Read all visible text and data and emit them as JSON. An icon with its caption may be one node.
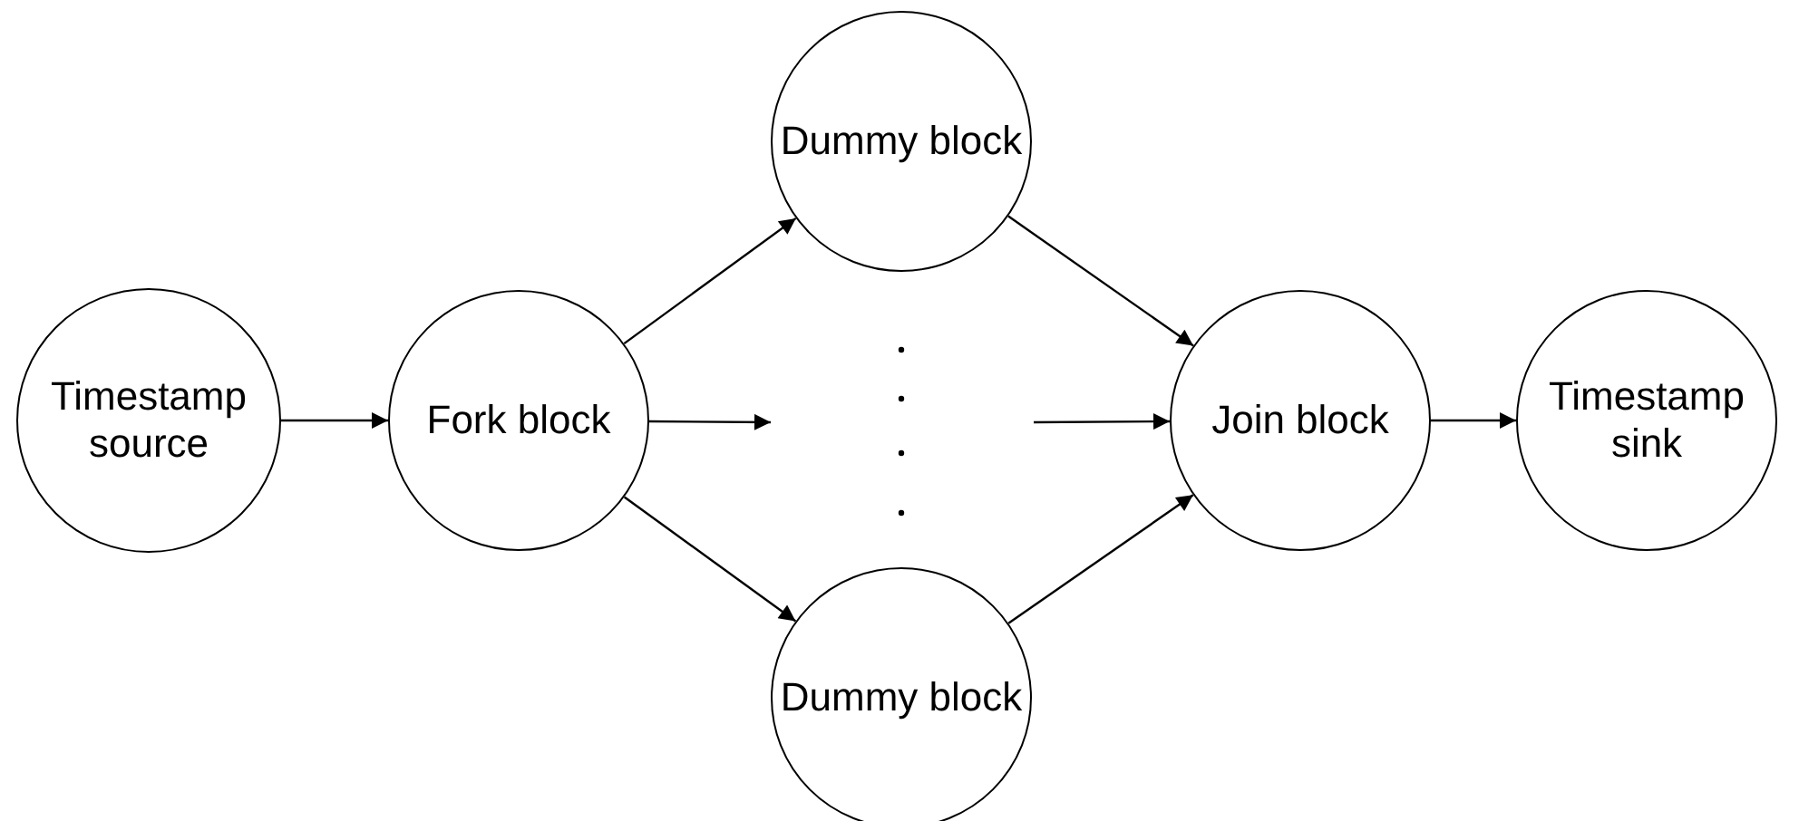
{
  "diagram": {
    "nodes": [
      {
        "text": [
          "Timestamp source"
        ]
      },
      {
        "text": [
          "Fork block"
        ]
      },
      {
        "text": [
          "Dummy block"
        ]
      },
      {
        "text": [
          "Dummy block"
        ]
      },
      {
        "text": [
          "Join block"
        ]
      },
      {
        "text": [
          "Timestamp sink"
        ]
      }
    ],
    "edges": [
      {
        "from": 0,
        "to": 1,
        "arrow": "to"
      },
      {
        "from": 1,
        "to": 2,
        "arrow": "to"
      },
      {
        "from": 1,
        "to": null,
        "arrow": "to"
      },
      {
        "from": 1,
        "to": 3,
        "arrow": "to"
      },
      {
        "from": 2,
        "to": 4,
        "arrow": "to"
      },
      {
        "from": null,
        "to": 4,
        "arrow": "to"
      },
      {
        "from": 3,
        "to": 4,
        "arrow": "to"
      },
      {
        "from": 4,
        "to": 5,
        "arrow": "to"
      }
    ]
  }
}
